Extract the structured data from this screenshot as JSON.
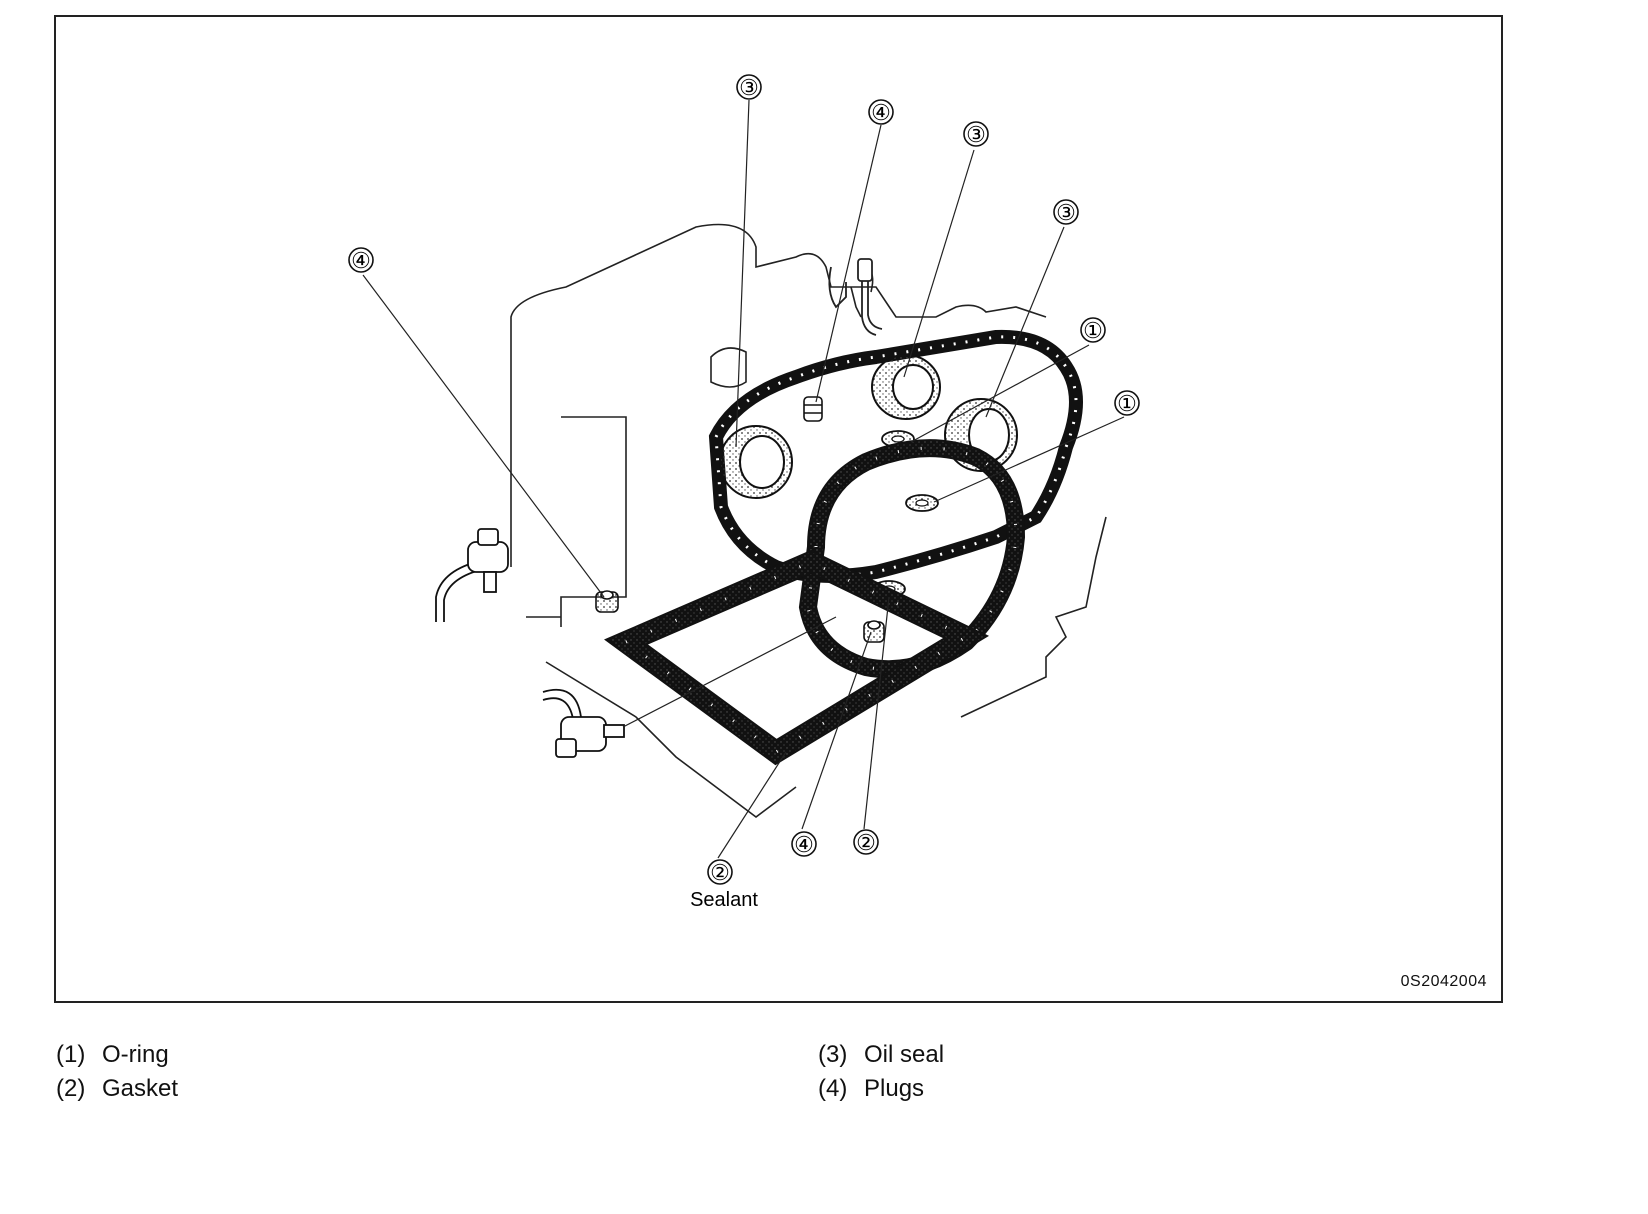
{
  "diagram": {
    "figure_id": "0S2042004",
    "callout_note": "Sealant",
    "callouts": [
      "③",
      "④",
      "③",
      "③",
      "④",
      "①",
      "①",
      "④",
      "②",
      "②"
    ]
  },
  "legend": {
    "items": [
      {
        "num": "(1)",
        "label": "O-ring"
      },
      {
        "num": "(2)",
        "label": "Gasket"
      },
      {
        "num": "(3)",
        "label": "Oil seal"
      },
      {
        "num": "(4)",
        "label": "Plugs"
      }
    ]
  }
}
